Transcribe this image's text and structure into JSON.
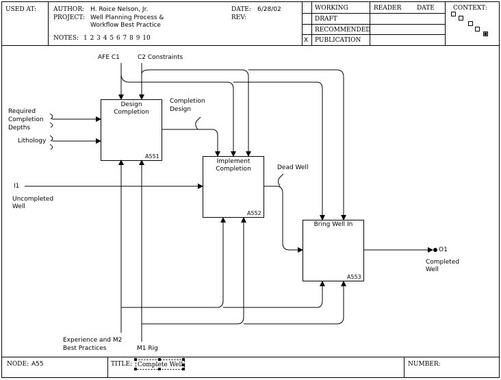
{
  "header": {
    "used_at": "USED AT:",
    "author_label": "AUTHOR:",
    "author": "H. Roice Nelson, Jr.",
    "project_label": "PROJECT:",
    "project_line1": "Well Planning Process &",
    "project_line2": "Workflow Best Practice",
    "notes_label": "NOTES:",
    "notes_numbers": "1  2  3  4  5  6  7  8  9  10",
    "date_label": "DATE:",
    "date": "6/28/02",
    "rev_label": "REV:",
    "status": {
      "working": "WORKING",
      "draft": "DRAFT",
      "recommended": "RECOMMENDED",
      "publication": "PUBLICATION",
      "checked_mark": "X"
    },
    "reader": "READER",
    "reader_date": "DATE",
    "context": "CONTEXT:"
  },
  "diagram": {
    "boxes": [
      {
        "line1": "Design",
        "line2": "Completion",
        "code": "A551"
      },
      {
        "line1": "Implement",
        "line2": "Completion",
        "code": "A552"
      },
      {
        "line1": "Bring Well In",
        "line2": "",
        "code": "A553"
      }
    ],
    "labels": {
      "afe_c1": "AFE  C1",
      "c2_constraints": "C2   Constraints",
      "required_1": "Required",
      "required_2": "Completion",
      "required_3": "Depths",
      "lithology": "Lithology",
      "completion_design_1": "Completion",
      "completion_design_2": "Design",
      "dead_well": "Dead Well",
      "i1": "I1",
      "uncompleted_1": "Uncompleted",
      "uncompleted_2": "Well",
      "o1": "O1",
      "completed_1": "Completed",
      "completed_2": "Well",
      "experience_1": "Experience and  M2",
      "experience_2": "Best Practices",
      "m1_rig": "M1  Rig"
    }
  },
  "footer": {
    "node_label": "NODE:",
    "node": "A55",
    "title_label": "TITLE:",
    "title": "Complete  Well",
    "number_label": "NUMBER:"
  }
}
